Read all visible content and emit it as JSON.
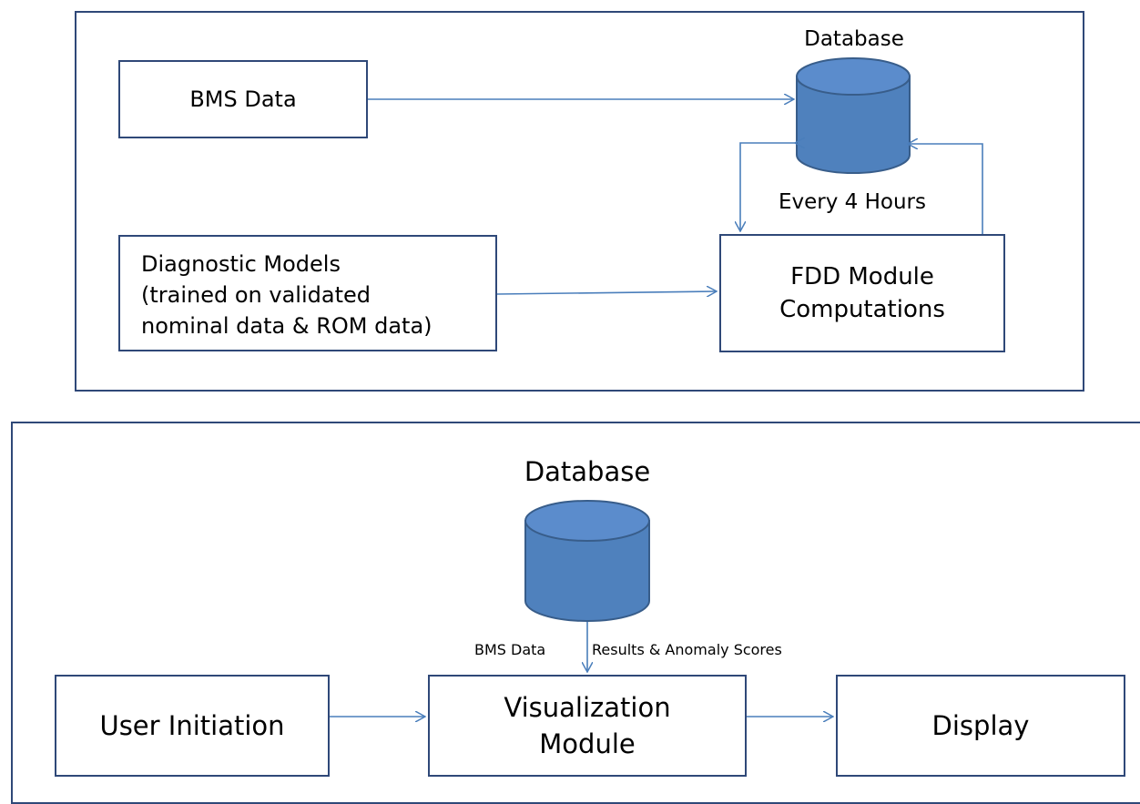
{
  "colors": {
    "border": "#2f4878",
    "arrow": "#4a7ebb",
    "cylinder_fill": "#4f81bd",
    "cylinder_stroke": "#385d8a"
  },
  "top": {
    "database_label": "Database",
    "bms_box": "BMS Data",
    "diag_box_lines": [
      "Diagnostic Models",
      "(trained on validated",
      "nominal data & ROM data)"
    ],
    "fdd_box_lines": [
      "FDD Module",
      "Computations"
    ],
    "every_label": "Every 4 Hours"
  },
  "bottom": {
    "database_label": "Database",
    "bms_data_label": "BMS Data",
    "results_label": "Results & Anomaly Scores",
    "user_box": "User Initiation",
    "viz_box_lines": [
      "Visualization",
      "Module"
    ],
    "display_box": "Display"
  }
}
